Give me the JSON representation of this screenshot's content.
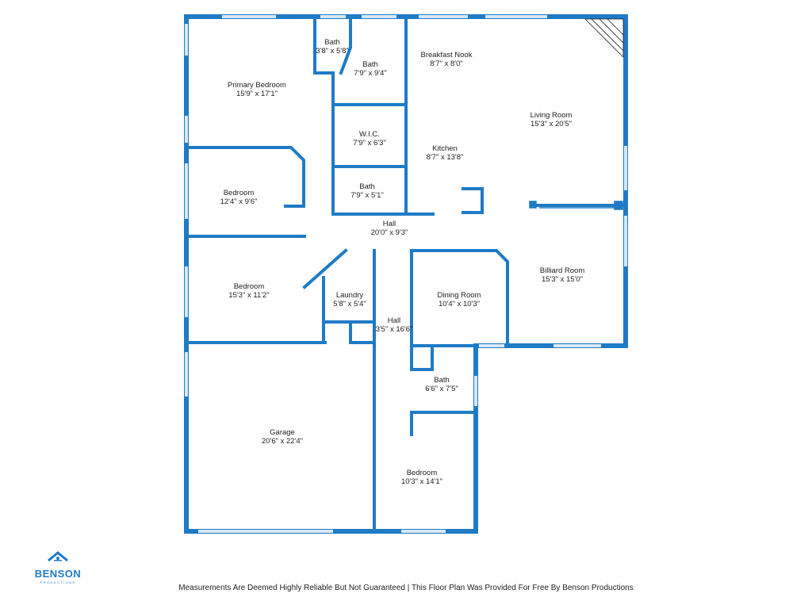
{
  "colors": {
    "wall": "#1f7bc6",
    "window": "#d8e8f4",
    "background": "#ffffff",
    "text": "#1e1e1e"
  },
  "rooms": {
    "bath_a": {
      "name": "Bath",
      "dim": "3'8\" x 5'8\""
    },
    "bath_b": {
      "name": "Bath",
      "dim": "7'9\" x 9'4\""
    },
    "primary": {
      "name": "Primary Bedroom",
      "dim": "15'9\" x 17'1\""
    },
    "breakfast": {
      "name": "Breakfast Nook",
      "dim": "8'7\" x 8'0\""
    },
    "living": {
      "name": "Living Room",
      "dim": "15'3\" x 20'5\""
    },
    "wic": {
      "name": "W.I.C.",
      "dim": "7'9\" x 6'3\""
    },
    "kitchen": {
      "name": "Kitchen",
      "dim": "8'7\" x 13'8\""
    },
    "bedroom_a": {
      "name": "Bedroom",
      "dim": "12'4\" x 9'6\""
    },
    "bath_c": {
      "name": "Bath",
      "dim": "7'9\" x 5'1\""
    },
    "hall_a": {
      "name": "Hall",
      "dim": "20'0\" x 9'3\""
    },
    "billiard": {
      "name": "Billiard Room",
      "dim": "15'3\" x 15'0\""
    },
    "bedroom_b": {
      "name": "Bedroom",
      "dim": "15'3\" x 11'2\""
    },
    "laundry": {
      "name": "Laundry",
      "dim": "5'8\" x 5'4\""
    },
    "dining": {
      "name": "Dining Room",
      "dim": "10'4\" x 10'3\""
    },
    "hall_b": {
      "name": "Hall",
      "dim": "3'5\" x 16'6\""
    },
    "bath_d": {
      "name": "Bath",
      "dim": "6'6\" x 7'5\""
    },
    "garage": {
      "name": "Garage",
      "dim": "20'6\" x 22'4\""
    },
    "bedroom_c": {
      "name": "Bedroom",
      "dim": "10'3\" x 14'1\""
    }
  },
  "logo": {
    "icon": "house-roof-icon",
    "brand": "BENSON",
    "sub": "PRODUCTIONS"
  },
  "footer": {
    "text": "Measurements Are Deemed Highly Reliable But Not Guaranteed | This Floor Plan Was Provided For Free By Benson Productions"
  }
}
